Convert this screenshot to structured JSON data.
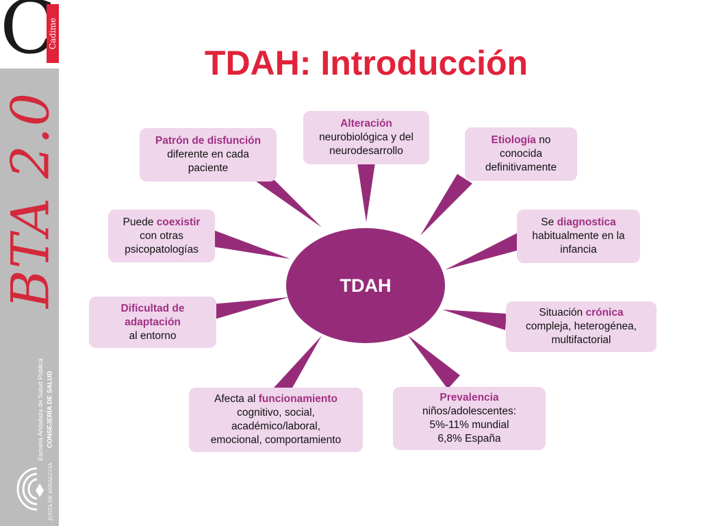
{
  "brand": {
    "logo_letter": "C",
    "cadime": "Cadime",
    "bta": "BTA 2.0",
    "escuela": "Escuela Andaluza de Salud Pública",
    "consejeria": "CONSEJERÍA DE SALUD",
    "junta": "JUNTA DE ANDALUCIA",
    "accent_color": "#e0233a",
    "band_color": "#bcbcbc"
  },
  "title": "TDAH: Introducción",
  "center": {
    "label": "TDAH",
    "color": "#962c79"
  },
  "nodes": [
    {
      "id": "alteracion",
      "lines": [
        [
          [
            "Alteración",
            true
          ]
        ],
        [
          [
            "neurobiológica y del",
            false
          ]
        ],
        [
          [
            "neurodesarrollo",
            false
          ]
        ]
      ]
    },
    {
      "id": "etiologia",
      "lines": [
        [
          [
            "Etiología",
            true
          ],
          [
            " no",
            false
          ]
        ],
        [
          [
            "conocida",
            false
          ]
        ],
        [
          [
            "definitivamente",
            false
          ]
        ]
      ]
    },
    {
      "id": "diagnostica",
      "lines": [
        [
          [
            "Se ",
            false
          ],
          [
            "diagnostica",
            true
          ]
        ],
        [
          [
            "habitualmente en la",
            false
          ]
        ],
        [
          [
            "infancia",
            false
          ]
        ]
      ]
    },
    {
      "id": "cronica",
      "lines": [
        [
          [
            "Situación ",
            false
          ],
          [
            "crónica",
            true
          ]
        ],
        [
          [
            "compleja, heterogénea,",
            false
          ]
        ],
        [
          [
            "multifactorial",
            false
          ]
        ]
      ]
    },
    {
      "id": "prevalencia",
      "lines": [
        [
          [
            "Prevalencia",
            true
          ]
        ],
        [
          [
            "niños/adolescentes:",
            false
          ]
        ],
        [
          [
            "5%-11% mundial",
            false
          ]
        ],
        [
          [
            "6,8% España",
            false
          ]
        ]
      ]
    },
    {
      "id": "funcionamiento",
      "lines": [
        [
          [
            "Afecta al ",
            false
          ],
          [
            "funcionamiento",
            true
          ]
        ],
        [
          [
            "cognitivo, social,",
            false
          ]
        ],
        [
          [
            "académico/laboral,",
            false
          ]
        ],
        [
          [
            "emocional, comportamiento",
            false
          ]
        ]
      ]
    },
    {
      "id": "adaptacion",
      "lines": [
        [
          [
            "Dificultad de",
            true
          ]
        ],
        [
          [
            "adaptación",
            true
          ]
        ],
        [
          [
            "al entorno",
            false
          ]
        ]
      ]
    },
    {
      "id": "coexistir",
      "lines": [
        [
          [
            "Puede ",
            false
          ],
          [
            "coexistir",
            true
          ]
        ],
        [
          [
            "con otras",
            false
          ]
        ],
        [
          [
            "psicopatologías",
            false
          ]
        ]
      ]
    },
    {
      "id": "patron",
      "lines": [
        [
          [
            "Patrón de disfunción",
            true
          ]
        ],
        [
          [
            "diferente en cada",
            false
          ]
        ],
        [
          [
            "paciente",
            false
          ]
        ]
      ]
    }
  ]
}
